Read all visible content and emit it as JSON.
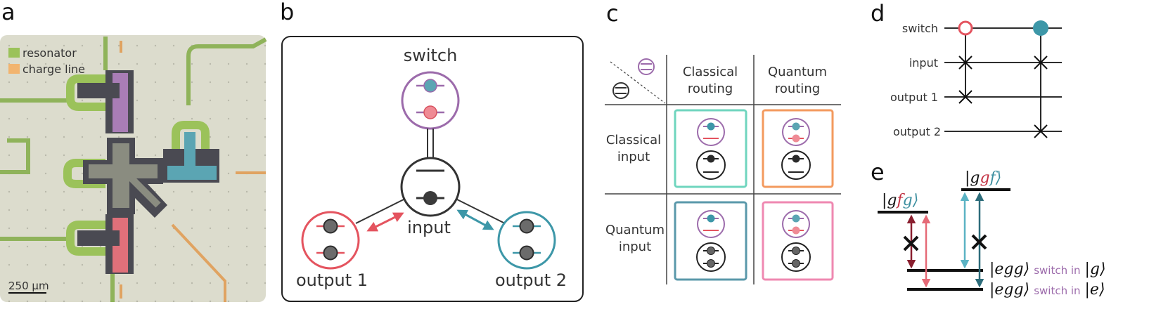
{
  "panels": {
    "a": {
      "letter": "a",
      "legend": [
        {
          "label": "resonator",
          "color": "#9bc25a"
        },
        {
          "label": "charge line",
          "color": "#f2b46f"
        }
      ],
      "scale_bar": "250 µm",
      "colors": {
        "background": "#dcdccd",
        "metal_dark": "#4a4a52",
        "purple": "#a97db6",
        "teal": "#5ba5b3",
        "red": "#e0707a",
        "orange": "#e8a46a"
      }
    },
    "b": {
      "letter": "b",
      "labels": {
        "switch": "switch",
        "input": "input",
        "output1": "output 1",
        "output2": "output 2"
      },
      "colors": {
        "switch": "#9c6bab",
        "output1": "#e4545f",
        "output2": "#3d97a8",
        "input": "#333333"
      }
    },
    "c": {
      "letter": "c",
      "col_headers": [
        [
          "Classical",
          "routing"
        ],
        [
          "Quantum",
          "routing"
        ]
      ],
      "row_headers": [
        [
          "Classical",
          "input"
        ],
        [
          "Quantum",
          "input"
        ]
      ],
      "cell_colors": {
        "cc": "#6fd5be",
        "cq": "#f39a5e",
        "qc": "#5a98aa",
        "qq": "#ef88b1"
      }
    },
    "d": {
      "letter": "d",
      "wires": [
        "switch",
        "input",
        "output 1",
        "output 2"
      ]
    },
    "e": {
      "letter": "e",
      "levels": {
        "gfg": {
          "pre": "|g",
          "mid": "f",
          "post": "g⟩"
        },
        "ggf": {
          "pre": "|g",
          "mid": "g",
          "post": "f⟩"
        },
        "egg_g": {
          "ket": "|egg⟩",
          "text": "switch in",
          "state": "|g⟩"
        },
        "egg_e": {
          "ket": "|egg⟩",
          "text": "switch in",
          "state": "|e⟩"
        }
      },
      "colors": {
        "red": "#c33344",
        "teal": "#3d8fa0",
        "switch": "#9c6bab"
      }
    }
  }
}
